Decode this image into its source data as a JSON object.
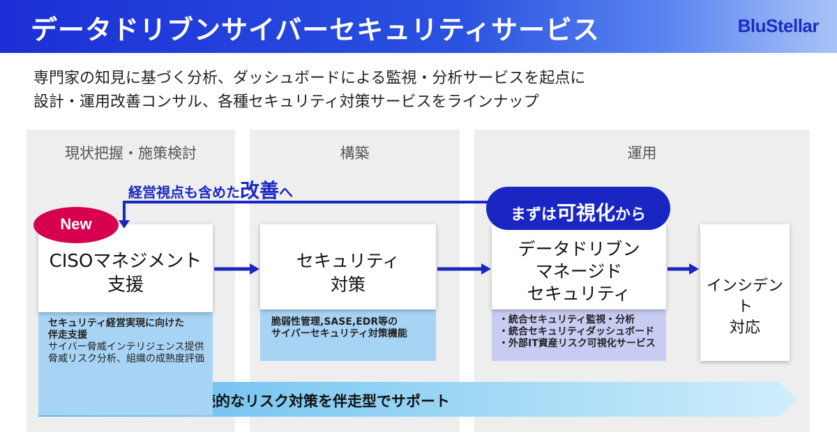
{
  "header": {
    "title": "データドリブンサイバーセキュリティサービス",
    "brand": "BluStellar",
    "gradient_colors": [
      "#1c2fd6",
      "#a9c2f7"
    ]
  },
  "intro": {
    "line1": "専門家の知見に基づく分析、ダッシュボードによる監視・分析サービスを起点に",
    "line2": "設計・運用改善コンサル、各種セキュリティ対策サービスをラインナップ"
  },
  "phases": [
    {
      "label": "現状把握・施策検討"
    },
    {
      "label": "構築"
    },
    {
      "label": "運用"
    }
  ],
  "feedback": {
    "prefix": "経営視点も含めた",
    "emphasis": "改善",
    "suffix": "へ"
  },
  "badge_new": "New",
  "pill": {
    "prefix": "まずは",
    "emphasis": "可視化",
    "suffix": "から"
  },
  "cards": {
    "ciso": {
      "line1": "CISOマネジメント",
      "line2": "支援"
    },
    "security": {
      "line1": "セキュリティ",
      "line2": "対策"
    },
    "datadriven": {
      "line1": "データドリブン",
      "line2": "マネージド",
      "line3": "セキュリティ"
    },
    "incident": {
      "line1": "インシデント",
      "line2": "対応"
    }
  },
  "details": {
    "ciso": {
      "bold1": "セキュリティ経営実現に向けた",
      "bold2": "伴走支援",
      "item1": "サイバー脅威インテリジェンス提供",
      "item2": "脅威リスク分析、組織の成熟度評価"
    },
    "security": {
      "line1": "脆弱性管理,SASE,EDR等の",
      "line2": "サイバーセキュリティ対策機能"
    },
    "datadriven": {
      "item1": "・統合セキュリティ監視・分析",
      "item2": "・統合セキュリティダッシュボード",
      "item3": "・外部IT資産リスク可視化サービス"
    }
  },
  "band": {
    "text": "実行や運用支援など継続的なリスク対策を伴走型でサポート"
  },
  "colors": {
    "accent_blue": "#1a26c2",
    "new_badge": "#d6004f",
    "detail_light_blue": "#a7d4f5",
    "detail_lavender": "#c8ccf2",
    "band_gradient": [
      "#5fb9ee",
      "#cfeefb"
    ],
    "phase_bg": "#eeeeee"
  }
}
